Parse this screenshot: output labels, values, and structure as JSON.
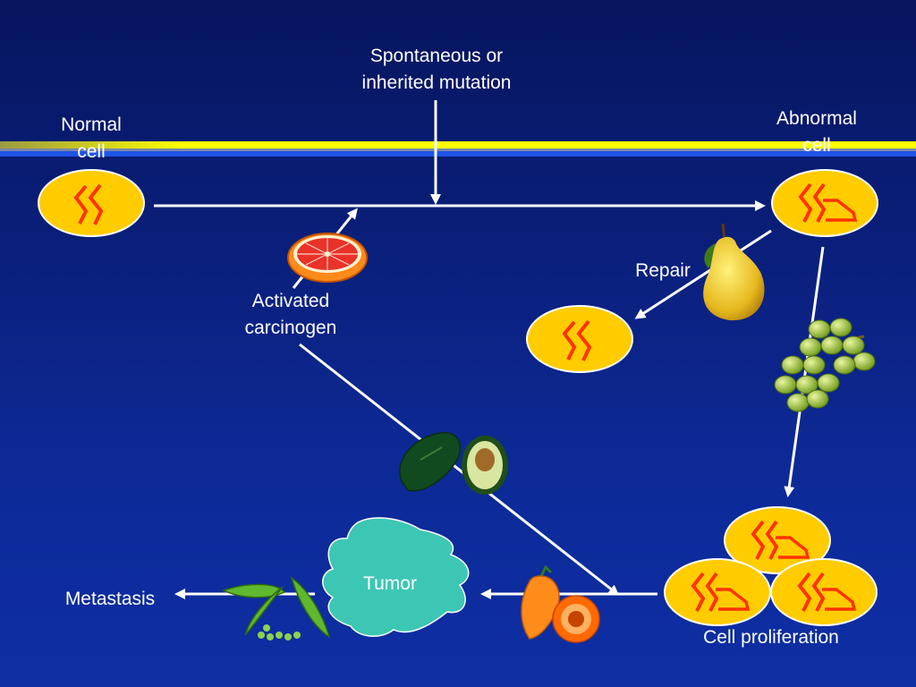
{
  "labels": {
    "mutation_line1": "Spontaneous or",
    "mutation_line2": "inherited mutation",
    "normal_line1": "Normal",
    "normal_line2": "cell",
    "abnormal_line1": "Abnormal",
    "abnormal_line2": "cell",
    "repair": "Repair",
    "carcinogen_line1": "Activated",
    "carcinogen_line2": "carcinogen",
    "tumor": "Tumor",
    "metastasis": "Metastasis",
    "proliferation": "Cell proliferation"
  },
  "colors": {
    "cell_fill": "#ffcc00",
    "cell_outline": "#ffffff",
    "chromosome": "#ff3300",
    "tumor": "#3cc7b4",
    "arrow": "#ffffff",
    "background_top": "#06155e",
    "background_bottom": "#0e2ea3"
  },
  "icons": [
    "grapefruit-icon",
    "pear-icon",
    "grapes-icon",
    "avocado-icon",
    "pepper-icon",
    "peas-icon"
  ]
}
